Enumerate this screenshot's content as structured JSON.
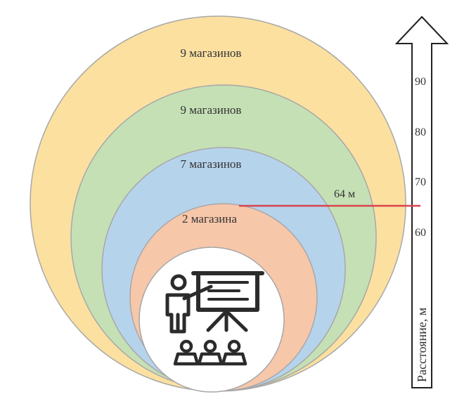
{
  "rings": [
    {
      "label": "9 магазинов",
      "color": "#fbe0a0"
    },
    {
      "label": "9 магазинов",
      "color": "#c5e0b5"
    },
    {
      "label": "7 магазинов",
      "color": "#b6d3ec"
    },
    {
      "label": "2 магазина",
      "color": "#f7c7aa"
    }
  ],
  "center_icons": [
    "presenter-with-board-icon",
    "audience-icon"
  ],
  "axis": {
    "title": "Расстояние, м",
    "ticks": [
      "90",
      "80",
      "70",
      "60"
    ]
  },
  "marker": {
    "label": "64 м",
    "value": 64,
    "color": "#d9434e"
  },
  "colors": {
    "ring_stroke": "#a8a8a8",
    "center": "#ffffff",
    "icon": "#2b2b2b"
  }
}
